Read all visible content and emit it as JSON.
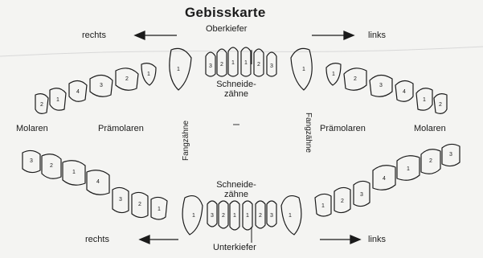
{
  "title": "Gebisskarte",
  "labels": {
    "upper_jaw": "Oberkiefer",
    "lower_jaw": "Unterkiefer",
    "right_top": "rechts",
    "left_top": "links",
    "right_bottom": "rechts",
    "left_bottom": "links",
    "incisors_upper_1": "Schneide-",
    "incisors_upper_2": "zähne",
    "incisors_lower_1": "Schneide-",
    "incisors_lower_2": "zähne",
    "molars_left": "Molaren",
    "premolars_left": "Prämolaren",
    "premolars_right": "Prämolaren",
    "molars_right": "Molaren",
    "canines_left": "Fangzähne",
    "canines_right": "Fangzähne"
  },
  "tooth_numbers": {
    "upper_incisors": [
      "3",
      "2",
      "1",
      "1",
      "2",
      "3"
    ],
    "lower_incisors": [
      "3",
      "2",
      "1",
      "1",
      "2",
      "3"
    ],
    "upper_canines": [
      "1",
      "1"
    ],
    "lower_canines": [
      "1",
      "1"
    ],
    "upper_right_cheek": [
      "1",
      "2",
      "3",
      "4",
      "1",
      "2"
    ],
    "upper_left_cheek": [
      "1",
      "2",
      "3",
      "4",
      "1",
      "2"
    ],
    "lower_right_cheek": [
      "1",
      "2",
      "3",
      "4",
      "1",
      "2",
      "3"
    ],
    "lower_left_cheek": [
      "1",
      "2",
      "3",
      "4",
      "1",
      "2",
      "3"
    ]
  },
  "colors": {
    "ink": "#1b1b1b",
    "paper": "#f4f4f2"
  }
}
